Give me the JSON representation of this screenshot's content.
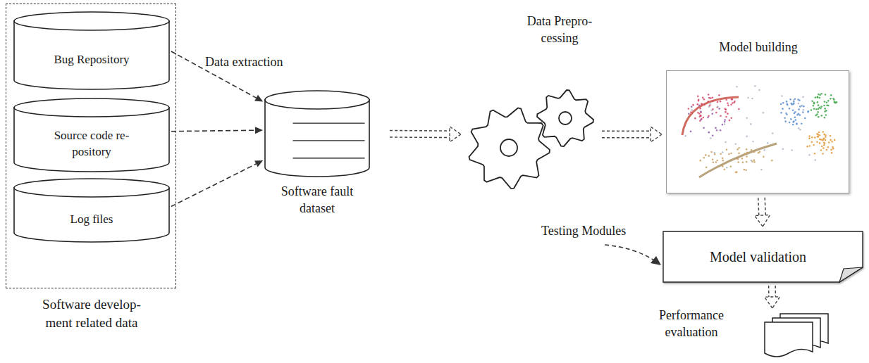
{
  "diagram": {
    "nodes": [
      {
        "text": [
          "Software develop- ment related data"
        ]
      },
      {
        "text": [
          "Bug Repository"
        ],
        "in": 0
      },
      {
        "text": [
          "Source code re- pository"
        ],
        "in": 0
      },
      {
        "text": [
          "Log files"
        ],
        "in": 0
      },
      {
        "text": [
          "Software fault dataset"
        ]
      },
      {
        "text": [
          "Data Prepro- cessing"
        ]
      },
      {
        "text": [
          "Model building"
        ]
      },
      {
        "text": [
          "Model validation"
        ]
      },
      {
        "text": [
          "Performance evaluation"
        ]
      }
    ],
    "edges": [
      {
        "from": 1,
        "to": 4,
        "arrow": "to",
        "label": "Data extraction"
      },
      {
        "from": 2,
        "to": 4,
        "arrow": "to"
      },
      {
        "from": 3,
        "to": 4,
        "arrow": "to"
      },
      {
        "from": 4,
        "to": 5,
        "arrow": "to"
      },
      {
        "from": 5,
        "to": 6,
        "arrow": "to"
      },
      {
        "from": 6,
        "to": 7,
        "arrow": "to"
      },
      {
        "from": 7,
        "to": 8,
        "arrow": "to"
      }
    ],
    "labels": [
      "Testing Modules"
    ]
  }
}
